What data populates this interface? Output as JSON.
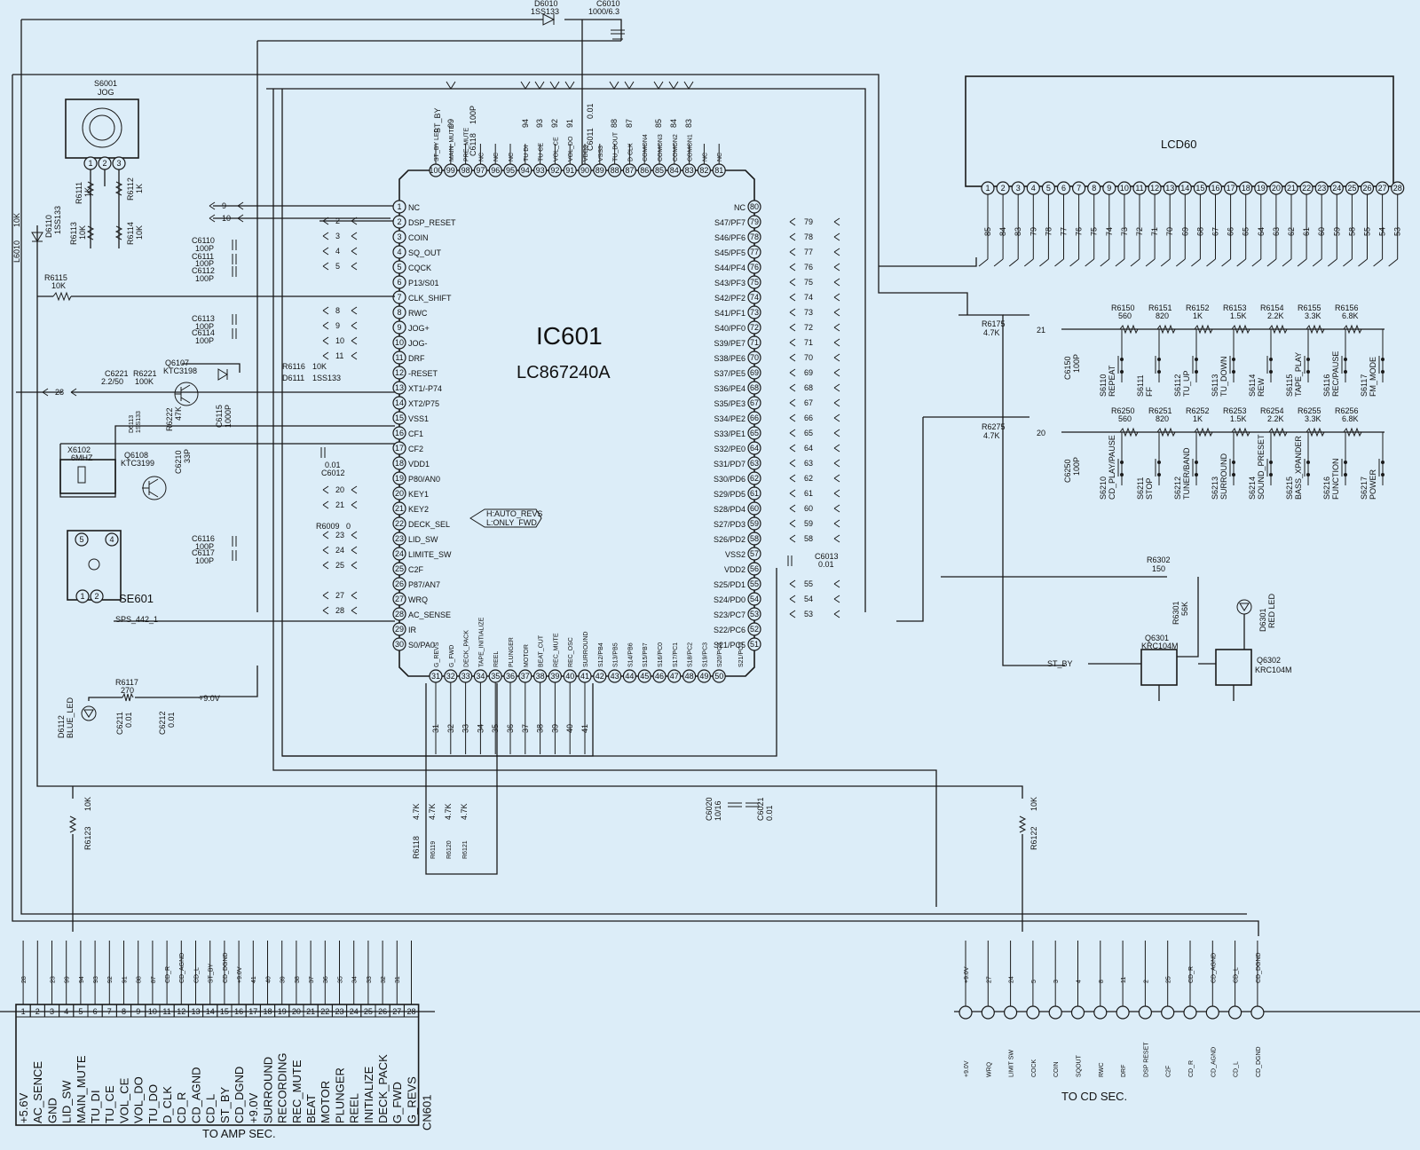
{
  "ic": {
    "ref": "IC601",
    "part": "LC867240A",
    "left_pins": [
      {
        "n": "1",
        "name": "NC"
      },
      {
        "n": "2",
        "name": "DSP_RESET"
      },
      {
        "n": "3",
        "name": "COIN"
      },
      {
        "n": "4",
        "name": "SQ_OUT"
      },
      {
        "n": "5",
        "name": "CQCK"
      },
      {
        "n": "6",
        "name": "P13/S01"
      },
      {
        "n": "7",
        "name": "CLK_SHIFT"
      },
      {
        "n": "8",
        "name": "RWC"
      },
      {
        "n": "9",
        "name": "JOG+"
      },
      {
        "n": "10",
        "name": "JOG-"
      },
      {
        "n": "11",
        "name": "DRF"
      },
      {
        "n": "12",
        "name": "-RESET"
      },
      {
        "n": "13",
        "name": "XT1/-P74"
      },
      {
        "n": "14",
        "name": "XT2/P75"
      },
      {
        "n": "15",
        "name": "VSS1"
      },
      {
        "n": "16",
        "name": "CF1"
      },
      {
        "n": "17",
        "name": "CF2"
      },
      {
        "n": "18",
        "name": "VDD1"
      },
      {
        "n": "19",
        "name": "P80/AN0"
      },
      {
        "n": "20",
        "name": "KEY1"
      },
      {
        "n": "21",
        "name": "KEY2"
      },
      {
        "n": "22",
        "name": "DECK_SEL"
      },
      {
        "n": "23",
        "name": "LID_SW"
      },
      {
        "n": "24",
        "name": "LIMITE_SW"
      },
      {
        "n": "25",
        "name": "C2F"
      },
      {
        "n": "26",
        "name": "P87/AN7"
      },
      {
        "n": "27",
        "name": "WRQ"
      },
      {
        "n": "28",
        "name": "AC_SENSE"
      },
      {
        "n": "29",
        "name": "IR"
      },
      {
        "n": "30",
        "name": "S0/PA0"
      }
    ],
    "right_pins": [
      {
        "n": "80",
        "name": "NC"
      },
      {
        "n": "79",
        "name": "S47/PF7"
      },
      {
        "n": "78",
        "name": "S46/PF6"
      },
      {
        "n": "77",
        "name": "S45/PF5"
      },
      {
        "n": "76",
        "name": "S44/PF4"
      },
      {
        "n": "75",
        "name": "S43/PF3"
      },
      {
        "n": "74",
        "name": "S42/PF2"
      },
      {
        "n": "73",
        "name": "S41/PF1"
      },
      {
        "n": "72",
        "name": "S40/PF0"
      },
      {
        "n": "71",
        "name": "S39/PE7"
      },
      {
        "n": "70",
        "name": "S38/PE6"
      },
      {
        "n": "69",
        "name": "S37/PE5"
      },
      {
        "n": "68",
        "name": "S36/PE4"
      },
      {
        "n": "67",
        "name": "S35/PE3"
      },
      {
        "n": "66",
        "name": "S34/PE2"
      },
      {
        "n": "65",
        "name": "S33/PE1"
      },
      {
        "n": "64",
        "name": "S32/PE0"
      },
      {
        "n": "63",
        "name": "S31/PD7"
      },
      {
        "n": "62",
        "name": "S30/PD6"
      },
      {
        "n": "61",
        "name": "S29/PD5"
      },
      {
        "n": "60",
        "name": "S28/PD4"
      },
      {
        "n": "59",
        "name": "S27/PD3"
      },
      {
        "n": "58",
        "name": "S26/PD2"
      },
      {
        "n": "57",
        "name": "VSS2"
      },
      {
        "n": "56",
        "name": "VDD2"
      },
      {
        "n": "55",
        "name": "S25/PD1"
      },
      {
        "n": "54",
        "name": "S24/PD0"
      },
      {
        "n": "53",
        "name": "S23/PC7"
      },
      {
        "n": "52",
        "name": "S22/PC6"
      },
      {
        "n": "51",
        "name": "S21/PC5"
      }
    ],
    "top_pins": [
      {
        "n": "100",
        "name": "ST_BY LED"
      },
      {
        "n": "99",
        "name": "MAIN_MUTE"
      },
      {
        "n": "98",
        "name": "PRE_MUTE"
      },
      {
        "n": "97",
        "name": "NC"
      },
      {
        "n": "96",
        "name": "NC"
      },
      {
        "n": "95",
        "name": "NC"
      },
      {
        "n": "94",
        "name": "TU DI"
      },
      {
        "n": "93",
        "name": "TU CE"
      },
      {
        "n": "92",
        "name": "VOL_CE"
      },
      {
        "n": "91",
        "name": "VOL_DO"
      },
      {
        "n": "90",
        "name": "VDD3"
      },
      {
        "n": "89",
        "name": "VSS3"
      },
      {
        "n": "88",
        "name": "TU_DOUT"
      },
      {
        "n": "87",
        "name": "D CLK"
      },
      {
        "n": "86",
        "name": "COMON4"
      },
      {
        "n": "85",
        "name": "COMON3"
      },
      {
        "n": "84",
        "name": "COMON2"
      },
      {
        "n": "83",
        "name": "COMON1"
      },
      {
        "n": "82",
        "name": "NC"
      },
      {
        "n": "81",
        "name": "NC"
      }
    ],
    "bottom_pins": [
      {
        "n": "31",
        "name": "G_REVS"
      },
      {
        "n": "32",
        "name": "G_FWD"
      },
      {
        "n": "33",
        "name": "DECK_PACK"
      },
      {
        "n": "34",
        "name": "TAPE_INITIALIZE"
      },
      {
        "n": "35",
        "name": "REEL"
      },
      {
        "n": "36",
        "name": "PLUNGER"
      },
      {
        "n": "37",
        "name": "MOTOR"
      },
      {
        "n": "38",
        "name": "BEAT_CUT"
      },
      {
        "n": "39",
        "name": "REC_MUTE"
      },
      {
        "n": "40",
        "name": "REC_OSC"
      },
      {
        "n": "41",
        "name": "SURROUND"
      },
      {
        "n": "42",
        "name": "S12/PB4"
      },
      {
        "n": "43",
        "name": "S13/PB5"
      },
      {
        "n": "44",
        "name": "S14/PB6"
      },
      {
        "n": "45",
        "name": "S15/PB7"
      },
      {
        "n": "46",
        "name": "S16/PC0"
      },
      {
        "n": "47",
        "name": "S17/PC1"
      },
      {
        "n": "48",
        "name": "S18/PC2"
      },
      {
        "n": "49",
        "name": "S19/PC3"
      },
      {
        "n": "50",
        "name": "S20/PC4"
      }
    ],
    "pin51_alt": "S21/PC5",
    "deck_sel_note": [
      "H:AUTO_REVS",
      "L:ONLY_FWD"
    ]
  },
  "left_wire_numbers": [
    "9",
    "10",
    "2",
    "3",
    "4",
    "5",
    "8",
    "9",
    "10",
    "11",
    "28",
    "20",
    "21",
    "23",
    "24",
    "25",
    "27",
    "28"
  ],
  "right_wire_numbers": [
    "79",
    "78",
    "77",
    "76",
    "75",
    "74",
    "73",
    "72",
    "71",
    "70",
    "69",
    "68",
    "67",
    "66",
    "65",
    "64",
    "63",
    "62",
    "61",
    "60",
    "59",
    "58",
    "55",
    "54",
    "53"
  ],
  "top_wire_numbers": [
    "99",
    "94",
    "93",
    "92",
    "91",
    "88",
    "87",
    "85",
    "84",
    "83"
  ],
  "top_cap": {
    "ref": "C6118",
    "value": "100P",
    "st_by": "ST_BY"
  },
  "c6011": {
    "ref": "C6011",
    "value": "0.01"
  },
  "bottom_wire_numbers": [
    "31",
    "32",
    "33",
    "34",
    "35",
    "36",
    "37",
    "38",
    "39",
    "40",
    "41"
  ],
  "lcd": {
    "ref": "LCD60",
    "pins": [
      "1",
      "2",
      "3",
      "4",
      "5",
      "6",
      "7",
      "8",
      "9",
      "10",
      "11",
      "12",
      "13",
      "14",
      "15",
      "16",
      "17",
      "18",
      "19",
      "20",
      "21",
      "22",
      "23",
      "24",
      "25",
      "26",
      "27",
      "28"
    ],
    "wires": [
      "85",
      "84",
      "83",
      "79",
      "78",
      "77",
      "76",
      "75",
      "74",
      "73",
      "72",
      "71",
      "70",
      "69",
      "68",
      "67",
      "66",
      "65",
      "64",
      "63",
      "62",
      "61",
      "60",
      "59",
      "58",
      "55",
      "54",
      "53"
    ]
  },
  "components": {
    "d6010": {
      "ref": "D6010",
      "value": "1SS133"
    },
    "c6010": {
      "ref": "C6010",
      "value": "1000/6.3"
    },
    "s6001": {
      "ref": "S6001",
      "value": "JOG"
    },
    "r6111": {
      "ref": "R6111",
      "value": "1K"
    },
    "r6112": {
      "ref": "R6112",
      "value": "1K"
    },
    "r6113": {
      "ref": "R6113",
      "value": "10K"
    },
    "r6114": {
      "ref": "R6114",
      "value": "10K"
    },
    "d6110": {
      "ref": "D6110",
      "value": "1SS133"
    },
    "l6010": {
      "ref": "L6010",
      "value": "10K"
    },
    "r6115": {
      "ref": "R6115",
      "value": "10K"
    },
    "c6110": {
      "ref": "C6110",
      "value": "100P"
    },
    "c6111": {
      "ref": "C6111",
      "value": "100P"
    },
    "c6112": {
      "ref": "C6112",
      "value": "100P"
    },
    "c6113": {
      "ref": "C6113",
      "value": "100P"
    },
    "c6114": {
      "ref": "C6114",
      "value": "100P"
    },
    "r6116": {
      "ref": "R6116",
      "value": "10K"
    },
    "d6111": {
      "ref": "D6111",
      "value": "1SS133"
    },
    "q6107": {
      "ref": "Q6107",
      "value": "KTC3198"
    },
    "c6221": {
      "ref": "C6221",
      "value": "2.2/50"
    },
    "r6221": {
      "ref": "R6221",
      "value": "100K"
    },
    "d6113": {
      "ref": "D6113",
      "value": "1SS133"
    },
    "r6222": {
      "ref": "R6222",
      "value": "47K"
    },
    "c6115": {
      "ref": "C6115",
      "value": "1000P"
    },
    "x6102": {
      "ref": "X6102",
      "value": "6MHZ"
    },
    "q6108": {
      "ref": "Q6108",
      "value": "KTC3199"
    },
    "c6210": {
      "ref": "C6210",
      "value": "33P"
    },
    "c6012": {
      "ref": "C6012",
      "value": "0.01"
    },
    "r6009": {
      "ref": "R6009",
      "value": "0"
    },
    "c6116": {
      "ref": "C6116",
      "value": "100P"
    },
    "c6117": {
      "ref": "C6117",
      "value": "100P"
    },
    "se601": {
      "ref": "SE601",
      "value": "SPS_442_1"
    },
    "r6117": {
      "ref": "R6117",
      "value": "270"
    },
    "d6112": {
      "ref": "D6112",
      "value": "BLUE_LED"
    },
    "c6211": {
      "ref": "C6211",
      "value": "0.01"
    },
    "c6212": {
      "ref": "C6212",
      "value": "0.01"
    },
    "v9": "+9.0V",
    "c6013": {
      "ref": "C6013",
      "value": "0.01"
    },
    "r6123": {
      "ref": "R6123",
      "value": "10K"
    },
    "r6122": {
      "ref": "R6122",
      "value": "10K"
    },
    "c6020": {
      "ref": "C6020",
      "value": "10/16"
    },
    "c6021": {
      "ref": "C6021",
      "value": "0.01"
    },
    "r6118": {
      "ref": "R6118",
      "value": "4.7K"
    },
    "r6119": {
      "ref": "R6119",
      "value": "4.7K"
    },
    "r6120": {
      "ref": "R6120",
      "value": "4.7K"
    },
    "r6121": {
      "ref": "R6121",
      "value": "4.7K"
    },
    "r6175": {
      "ref": "R6175",
      "value": "4.7K"
    },
    "r6275": {
      "ref": "R6275",
      "value": "4.7K"
    },
    "c6150": {
      "ref": "C6150",
      "value": "100P"
    },
    "c6250": {
      "ref": "C6250",
      "value": "100P"
    },
    "r6302": {
      "ref": "R6302",
      "value": "150"
    },
    "r6301": {
      "ref": "R6301",
      "value": "56K"
    },
    "d6301": {
      "ref": "D6301",
      "value": "RED LED"
    },
    "q6301": {
      "ref": "Q6301",
      "value": "KRC104M"
    },
    "q6302": {
      "ref": "Q6302",
      "value": "KRC104M"
    },
    "st_by": "ST_BY"
  },
  "key_row1": {
    "wire": "21",
    "resistors": [
      {
        "ref": "R6150",
        "value": "560"
      },
      {
        "ref": "R6151",
        "value": "820"
      },
      {
        "ref": "R6152",
        "value": "1K"
      },
      {
        "ref": "R6153",
        "value": "1.5K"
      },
      {
        "ref": "R6154",
        "value": "2.2K"
      },
      {
        "ref": "R6155",
        "value": "3.3K"
      },
      {
        "ref": "R6156",
        "value": "6.8K"
      }
    ],
    "switches": [
      {
        "ref": "S6110",
        "name": "REPEAT"
      },
      {
        "ref": "S6111",
        "name": "FF"
      },
      {
        "ref": "S6112",
        "name": "TU_UP"
      },
      {
        "ref": "S6113",
        "name": "TU_DOWN"
      },
      {
        "ref": "S6114",
        "name": "REW"
      },
      {
        "ref": "S6115",
        "name": "TAPE_PLAY"
      },
      {
        "ref": "S6116",
        "name": "REC/PAUSE"
      },
      {
        "ref": "S6117",
        "name": "FM_MODE"
      }
    ]
  },
  "key_row2": {
    "wire": "20",
    "resistors": [
      {
        "ref": "R6250",
        "value": "560"
      },
      {
        "ref": "R6251",
        "value": "820"
      },
      {
        "ref": "R6252",
        "value": "1K"
      },
      {
        "ref": "R6253",
        "value": "1.5K"
      },
      {
        "ref": "R6254",
        "value": "2.2K"
      },
      {
        "ref": "R6255",
        "value": "3.3K"
      },
      {
        "ref": "R6256",
        "value": "6.8K"
      }
    ],
    "switches": [
      {
        "ref": "S6210",
        "name": "CD_PLAY/PAUSE"
      },
      {
        "ref": "S6211",
        "name": "STOP"
      },
      {
        "ref": "S6212",
        "name": "TUNER/BAND"
      },
      {
        "ref": "S6213",
        "name": "SURROUND"
      },
      {
        "ref": "S6214",
        "name": "SOUND_PRESET"
      },
      {
        "ref": "S6215",
        "name": "BASS_XPANDER"
      },
      {
        "ref": "S6216",
        "name": "FUNCTION"
      },
      {
        "ref": "S6217",
        "name": "POWER"
      }
    ]
  },
  "cn601": {
    "ref": "CN601",
    "caption": "TO AMP SEC.",
    "pins": [
      "1",
      "2",
      "3",
      "4",
      "5",
      "6",
      "7",
      "8",
      "9",
      "10",
      "11",
      "12",
      "13",
      "14",
      "15",
      "16",
      "17",
      "18",
      "19",
      "20",
      "21",
      "22",
      "23",
      "24",
      "25",
      "26",
      "27",
      "28"
    ],
    "labels": [
      "+5.6V",
      "AC_SENCE",
      "GND",
      "LID_SW",
      "MAIN_MUTE",
      "TU_DI",
      "TU_CE",
      "VOL_CE",
      "VOL_DO",
      "TU_DO",
      "D_CLK",
      "CD_R",
      "CD_AGND",
      "CD_L",
      "ST_BY",
      "CD_DGND",
      "+9.0V",
      "SURROUND",
      "RECORDING",
      "REC_MUTE",
      "BEAT",
      "MOTOR",
      "PLUNGER",
      "REEL",
      "INITIALIZE",
      "DECK_PACK",
      "G_FWD",
      "G_REVS"
    ],
    "wires": [
      "28",
      "",
      "23",
      "99",
      "94",
      "93",
      "92",
      "91",
      "88",
      "87",
      "CD_R",
      "CD_AGND",
      "CD_L",
      "ST_BY",
      "CD_DGND",
      "+9.0V",
      "41",
      "40",
      "39",
      "38",
      "37",
      "36",
      "35",
      "34",
      "33",
      "32",
      "31",
      ""
    ]
  },
  "cd": {
    "caption": "TO CD SEC.",
    "labels": [
      "+9.0V",
      "WRQ",
      "LIMIT SW",
      "COCK",
      "COIN",
      "SQOUT",
      "RWC",
      "DRF",
      "DSP RESET",
      "C2F",
      "CD_R",
      "CD_AGND",
      "CD_L",
      "CD_DGND"
    ],
    "wires": [
      "+9.0V",
      "27",
      "24",
      "5",
      "3",
      "4",
      "8",
      "11",
      "2",
      "25",
      "CD_R",
      "CD_AGND",
      "CD_L",
      "CD_DGND"
    ]
  }
}
